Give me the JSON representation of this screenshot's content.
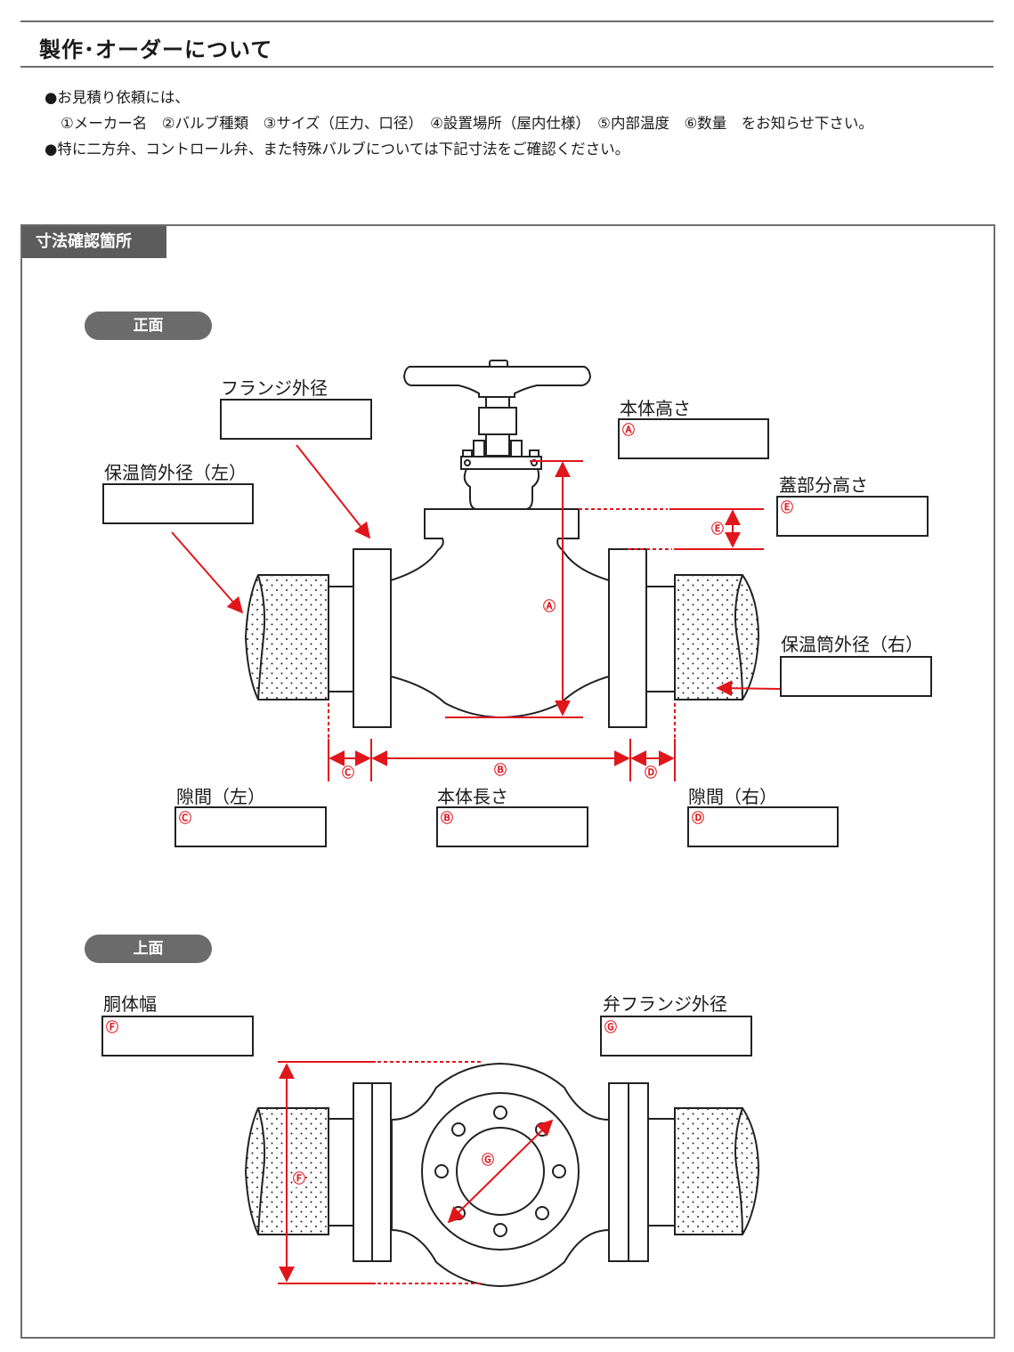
{
  "header": {
    "title": "製作･オーダーについて"
  },
  "notes": {
    "line1": "●お見積り依頼には、",
    "line2": "①メーカー名　②バルブ種類　③サイズ（圧力、口径）　④設置場所（屋内仕様）　⑤内部温度　⑥数量　をお知らせ下さい。",
    "line3": "●特に二方弁、コントロール弁、また特殊バルブについては下記寸法をご確認ください。"
  },
  "section": {
    "title": "寸法確認箇所"
  },
  "front": {
    "pill": "正面",
    "flange_od": {
      "label": "フランジ外径"
    },
    "insul_left": {
      "label": "保温筒外径（左）"
    },
    "body_height": {
      "label": "本体高さ",
      "mark": "Ⓐ"
    },
    "cover_height": {
      "label": "蓋部分高さ",
      "mark": "Ⓔ"
    },
    "insul_right": {
      "label": "保温筒外径（右）"
    },
    "gap_left": {
      "label": "隙間（左）",
      "mark": "Ⓒ"
    },
    "body_length": {
      "label": "本体長さ",
      "mark": "Ⓑ"
    },
    "gap_right": {
      "label": "隙間（右）",
      "mark": "Ⓓ"
    },
    "dim_marks": {
      "a": "Ⓐ",
      "b": "Ⓑ",
      "c": "Ⓒ",
      "d": "Ⓓ",
      "e": "Ⓔ"
    }
  },
  "top": {
    "pill": "上面",
    "body_width": {
      "label": "胴体幅",
      "mark": "Ⓕ"
    },
    "valve_flange_od": {
      "label": "弁フランジ外径",
      "mark": "Ⓖ"
    },
    "dim_marks": {
      "f": "Ⓕ",
      "g": "Ⓖ"
    }
  },
  "colors": {
    "dimension": "#e0161b",
    "rule": "#6e6e6e",
    "tab": "#5c5c5c",
    "pill": "#6b6b6b"
  }
}
